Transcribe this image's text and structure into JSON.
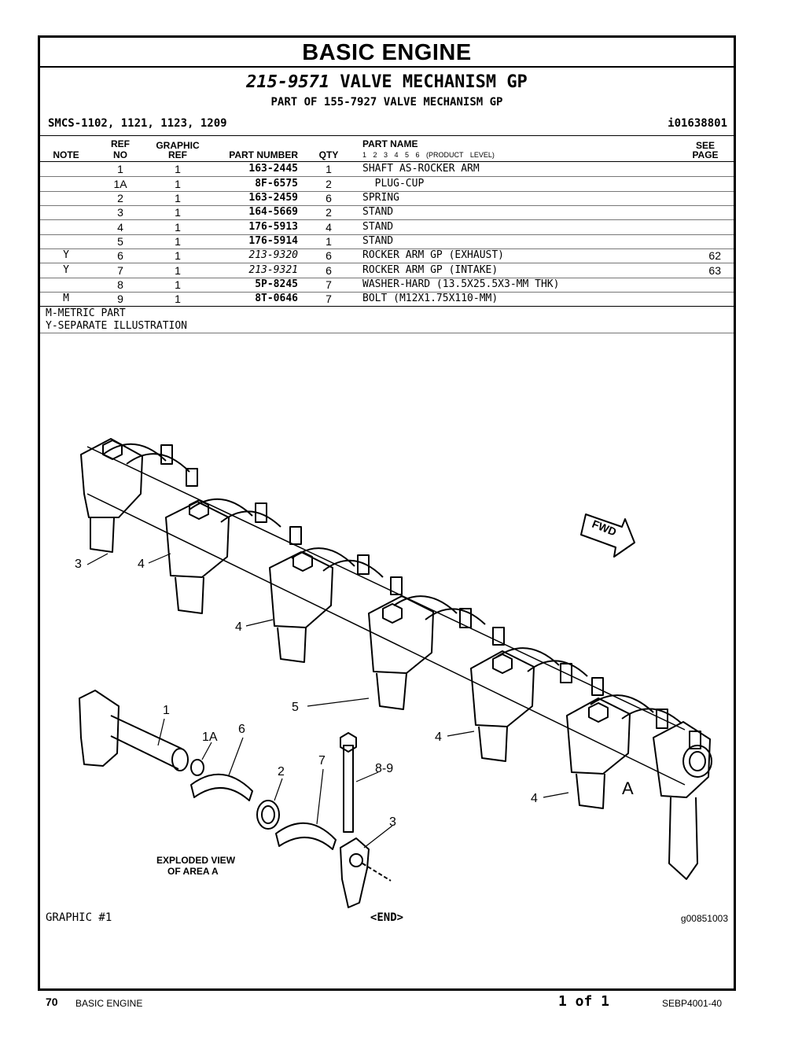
{
  "section_title": "BASIC ENGINE",
  "group": {
    "part_number": "215-9571",
    "name": "VALVE MECHANISM GP",
    "part_of": "PART OF 155-7927 VALVE MECHANISM GP"
  },
  "smcs": "SMCS-1102, 1121, 1123, 1209",
  "info_id": "i01638801",
  "headers": {
    "note": "NOTE",
    "ref": "REF",
    "no": "NO",
    "graphic": "GRAPHIC",
    "graphic_ref": "REF",
    "part_number": "PART NUMBER",
    "qty": "QTY",
    "part_name": "PART NAME",
    "product_levels": "1  2  3  4  5  6  (PRODUCT LEVEL)",
    "see": "SEE",
    "page": "PAGE"
  },
  "rows": [
    {
      "note": "",
      "ref": "1",
      "graphic": "1",
      "pn": "163-2445",
      "qty": "1",
      "name": "SHAFT AS-ROCKER ARM",
      "page": ""
    },
    {
      "note": "",
      "ref": "1A",
      "graphic": "1",
      "pn": "8F-6575",
      "qty": "2",
      "name": "  PLUG-CUP",
      "page": ""
    },
    {
      "note": "",
      "ref": "2",
      "graphic": "1",
      "pn": "163-2459",
      "qty": "6",
      "name": "SPRING",
      "page": ""
    },
    {
      "note": "",
      "ref": "3",
      "graphic": "1",
      "pn": "164-5669",
      "qty": "2",
      "name": "STAND",
      "page": ""
    },
    {
      "note": "",
      "ref": "4",
      "graphic": "1",
      "pn": "176-5913",
      "qty": "4",
      "name": "STAND",
      "page": ""
    },
    {
      "note": "",
      "ref": "5",
      "graphic": "1",
      "pn": "176-5914",
      "qty": "1",
      "name": "STAND",
      "page": ""
    },
    {
      "note": "Y",
      "ref": "6",
      "graphic": "1",
      "pn": "213-9320",
      "qty": "6",
      "name": "ROCKER ARM GP (EXHAUST)",
      "page": "62"
    },
    {
      "note": "Y",
      "ref": "7",
      "graphic": "1",
      "pn": "213-9321",
      "qty": "6",
      "name": "ROCKER ARM GP (INTAKE)",
      "page": "63"
    },
    {
      "note": "",
      "ref": "8",
      "graphic": "1",
      "pn": "5P-8245",
      "qty": "7",
      "name": "WASHER-HARD (13.5X25.5X3-MM THK)",
      "page": ""
    },
    {
      "note": "M",
      "ref": "9",
      "graphic": "1",
      "pn": "8T-0646",
      "qty": "7",
      "name": "BOLT (M12X1.75X110-MM)",
      "page": ""
    }
  ],
  "legend": [
    "M-METRIC PART",
    "Y-SEPARATE ILLUSTRATION"
  ],
  "illustration": {
    "callouts": [
      "3",
      "4",
      "4",
      "5",
      "4",
      "4",
      "1",
      "1A",
      "6",
      "2",
      "7",
      "8-9",
      "3",
      "A"
    ],
    "fwd": "FWD",
    "exploded_line1": "EXPLODED VIEW",
    "exploded_line2": "OF AREA A"
  },
  "graphic_label": "GRAPHIC #1",
  "end_marker": "<END>",
  "graphic_id": "g00851003",
  "footer": {
    "page_number": "70",
    "section": "BASIC ENGINE",
    "page_of": "1 of 1",
    "doc_id": "SEBP4001-40"
  }
}
